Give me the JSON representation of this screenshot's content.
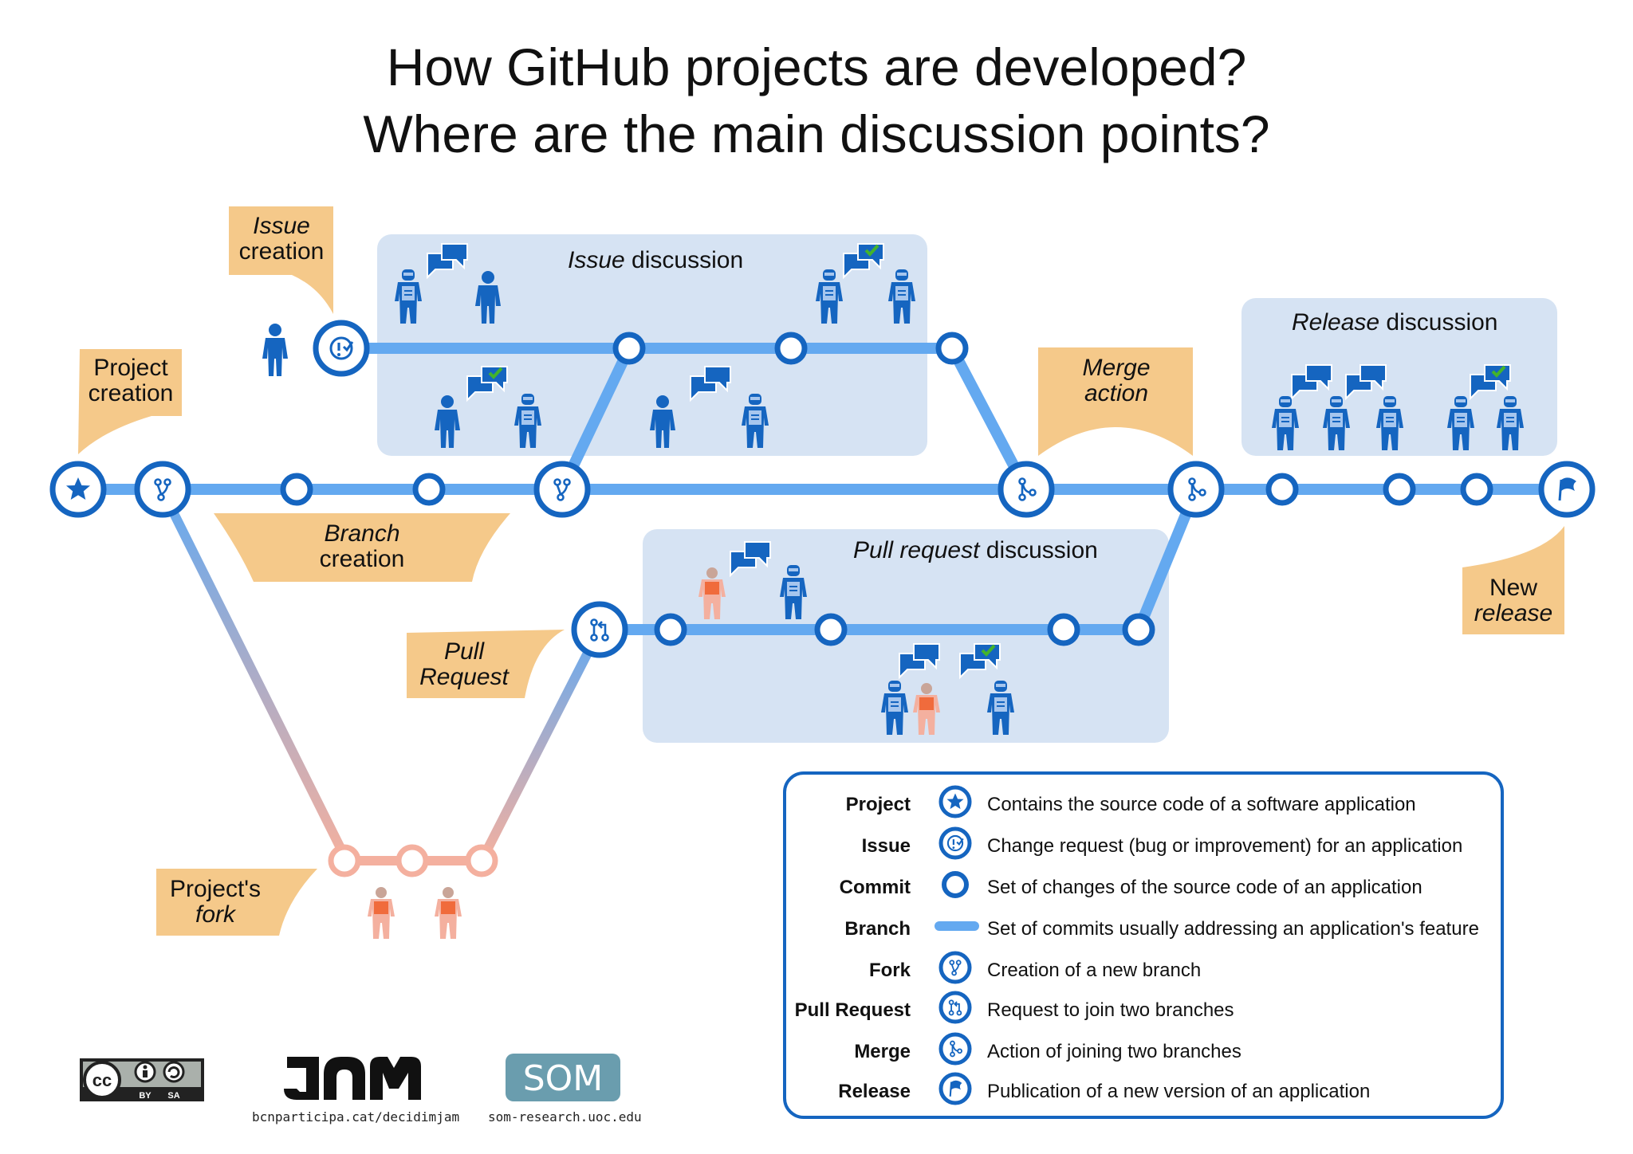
{
  "title": {
    "line1": "How GitHub projects are developed?",
    "line2": "Where are the main discussion points?"
  },
  "colors": {
    "branch": "#64a9f0",
    "node_ring": "#1565c0",
    "panel": "#d6e3f3",
    "callout": "#f5c98a",
    "fork_branch": "#f4b09f",
    "user": "#1565c0",
    "bot_body": "#a6c6ee",
    "fork_user": "#f08a66",
    "check": "#43b32c"
  },
  "callouts": {
    "issue_creation": {
      "line1": "Issue",
      "line2": "creation"
    },
    "project_creation": {
      "line1": "Project",
      "line2": "creation"
    },
    "branch_creation": {
      "line1": "Branch",
      "line2": "creation"
    },
    "merge_action": {
      "line1": "Merge",
      "line2": "action"
    },
    "new_release": {
      "line1": "New",
      "line2": "release"
    },
    "pull_request": {
      "line1": "Pull",
      "line2": "Request"
    },
    "projects_fork": {
      "line1": "Project's",
      "line2": "fork"
    }
  },
  "groups": {
    "issue_discussion": {
      "term": "Issue",
      "rest": " discussion"
    },
    "release_discussion": {
      "term": "Release",
      "rest": " discussion"
    },
    "pull_request_discussion": {
      "term": "Pull request",
      "rest": " discussion"
    }
  },
  "legend": [
    {
      "term": "Project",
      "icon": "project-star-icon",
      "desc": "Contains the source code of a software application"
    },
    {
      "term": "Issue",
      "icon": "issue-icon",
      "desc": "Change request (bug or improvement) for an application"
    },
    {
      "term": "Commit",
      "icon": "commit-icon",
      "desc": "Set of changes of the source code of an application"
    },
    {
      "term": "Branch",
      "icon": "branch-line-icon",
      "desc": "Set of commits usually addressing an application's feature"
    },
    {
      "term": "Fork",
      "icon": "fork-icon",
      "desc": "Creation of a new branch"
    },
    {
      "term": "Pull Request",
      "icon": "pull-request-icon",
      "desc": "Request to join two branches"
    },
    {
      "term": "Merge",
      "icon": "merge-icon",
      "desc": "Action of joining two branches"
    },
    {
      "term": "Release",
      "icon": "release-flag-icon",
      "desc": "Publication of a new version of an application"
    }
  ],
  "logos": {
    "cc_by": "cc-by-sa",
    "cc_text_1": "BY",
    "cc_text_2": "SA",
    "jam": "JAM",
    "jam_url": "bcnparticipa.cat/decidimjam",
    "som": "SOM",
    "som_url": "som-research.uoc.edu"
  }
}
